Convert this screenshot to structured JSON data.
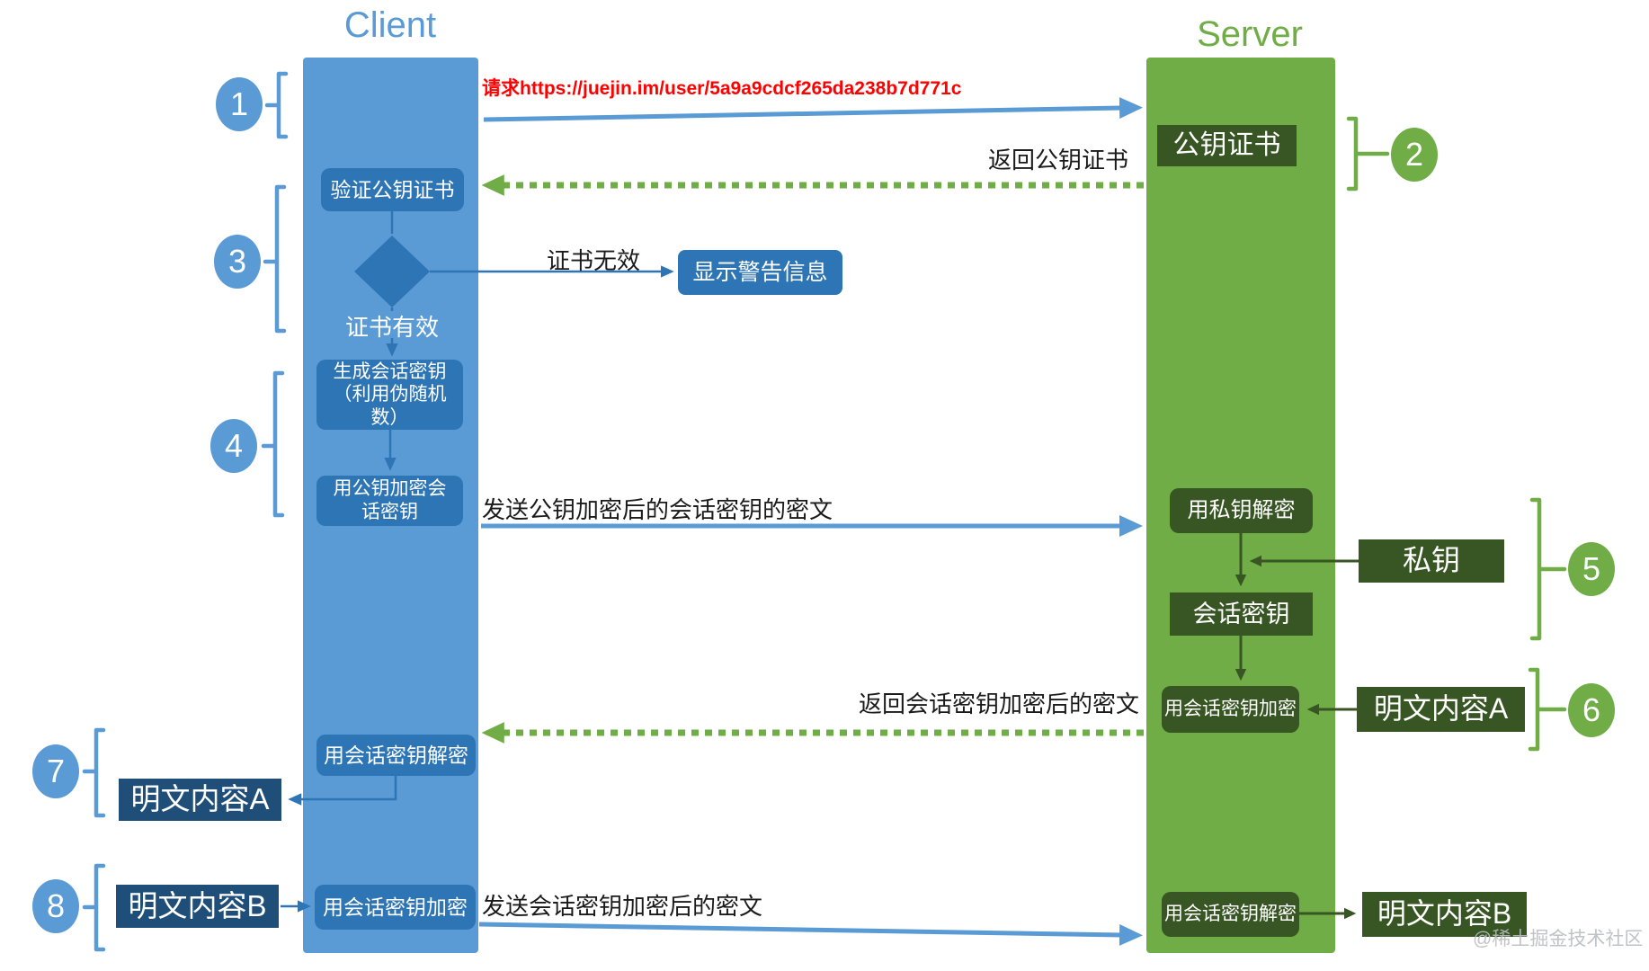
{
  "titles": {
    "client": "Client",
    "server": "Server"
  },
  "step_numbers": [
    "1",
    "2",
    "3",
    "4",
    "5",
    "6",
    "7",
    "8"
  ],
  "client_flow": {
    "verify_cert": "验证公钥证书",
    "cert_invalid_label": "证书无效",
    "warning_box": "显示警告信息",
    "cert_valid_label": "证书有效",
    "generate_session_key": "生成会话密钥（利用伪随机数）",
    "encrypt_session_key_with_pubkey": "用公钥加密会话密钥",
    "decrypt_with_session_key": "用会话密钥解密",
    "plaintext_a": "明文内容A",
    "plaintext_b": "明文内容B",
    "encrypt_with_session_key": "用会话密钥加密"
  },
  "server_flow": {
    "pubkey_cert": "公钥证书",
    "decrypt_with_privkey": "用私钥解密",
    "private_key": "私钥",
    "session_key": "会话密钥",
    "encrypt_with_session_key": "用会话密钥加密",
    "plaintext_a": "明文内容A",
    "decrypt_with_session_key": "用会话密钥解密",
    "plaintext_b": "明文内容B"
  },
  "messages": {
    "request_url": "请求https://juejin.im/user/5a9a9cdcf265da238b7d771c",
    "return_cert": "返回公钥证书",
    "send_encrypted_session_key": "发送公钥加密后的会话密钥的密文",
    "return_encrypted_content": "返回会话密钥加密后的密文",
    "send_encrypted_content": "发送会话密钥加密后的密文"
  },
  "watermark": "@稀土掘金技术社区",
  "colors": {
    "client_blue": "#5B9BD5",
    "client_box_blue": "#2E75B6",
    "client_dark_navy": "#1F4E79",
    "server_green": "#70AD47",
    "server_dark_green": "#375623",
    "url_red": "#FF0000"
  }
}
